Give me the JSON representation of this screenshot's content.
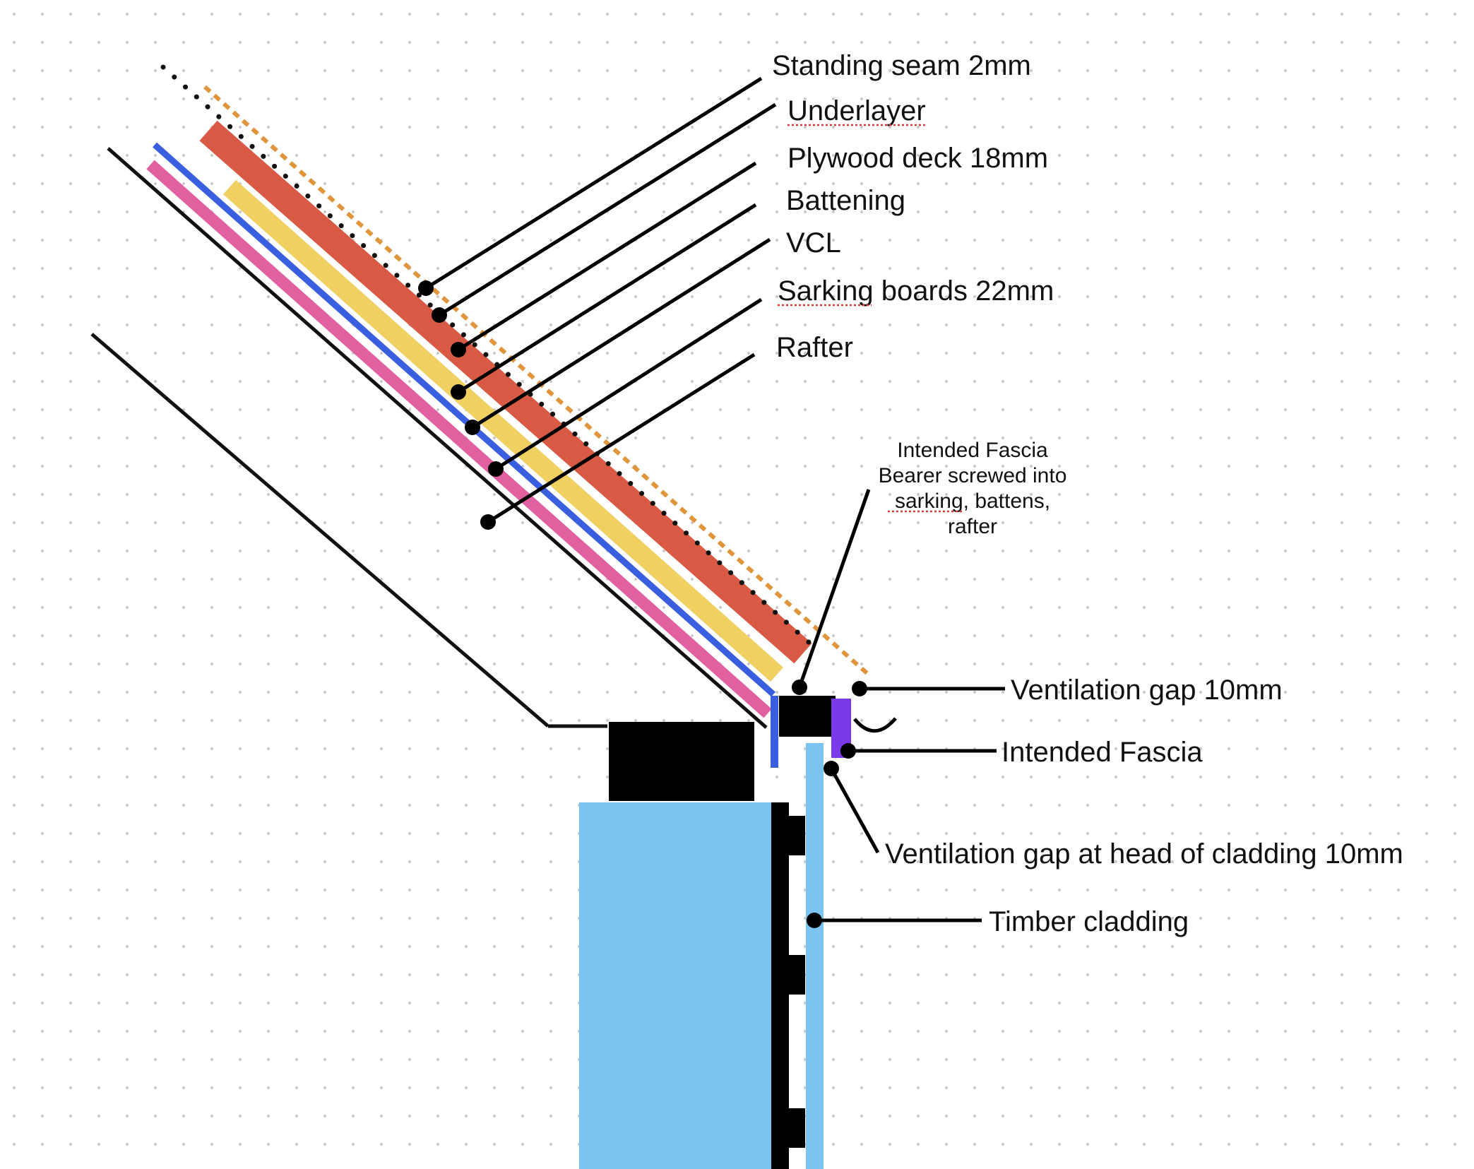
{
  "colors": {
    "background": "#ffffff",
    "grid_dot": "#c8c8c8",
    "standing_seam": "#e0953a",
    "underlayer": "#111111",
    "plywood": "#d85a45",
    "battening": "#f0d060",
    "vcl": "#3a5ee0",
    "sarking": "#e060a0",
    "rafter": "#111111",
    "fascia_bearer": "#000000",
    "fascia": "#7a3ae8",
    "wall": "#7cc4f0",
    "cladding": "#7cc4f0",
    "leader": "#000000",
    "spellcheck_underline": "#d83a3a"
  },
  "labels": {
    "standing_seam": "Standing seam 2mm",
    "underlayer": "Underlayer",
    "plywood": "Plywood deck 18mm",
    "battening": "Battening",
    "vcl": "VCL",
    "sarking": "Sarking boards 22mm",
    "rafter": "Rafter",
    "fascia_bearer": [
      "Intended Fascia",
      "Bearer screwed into",
      "sarking, battens,",
      "rafter"
    ],
    "vent_gap": "Ventilation gap 10mm",
    "fascia": "Intended Fascia",
    "vent_gap_head": "Ventilation gap at head of cladding 10mm",
    "timber_cladding": "Timber cladding"
  }
}
